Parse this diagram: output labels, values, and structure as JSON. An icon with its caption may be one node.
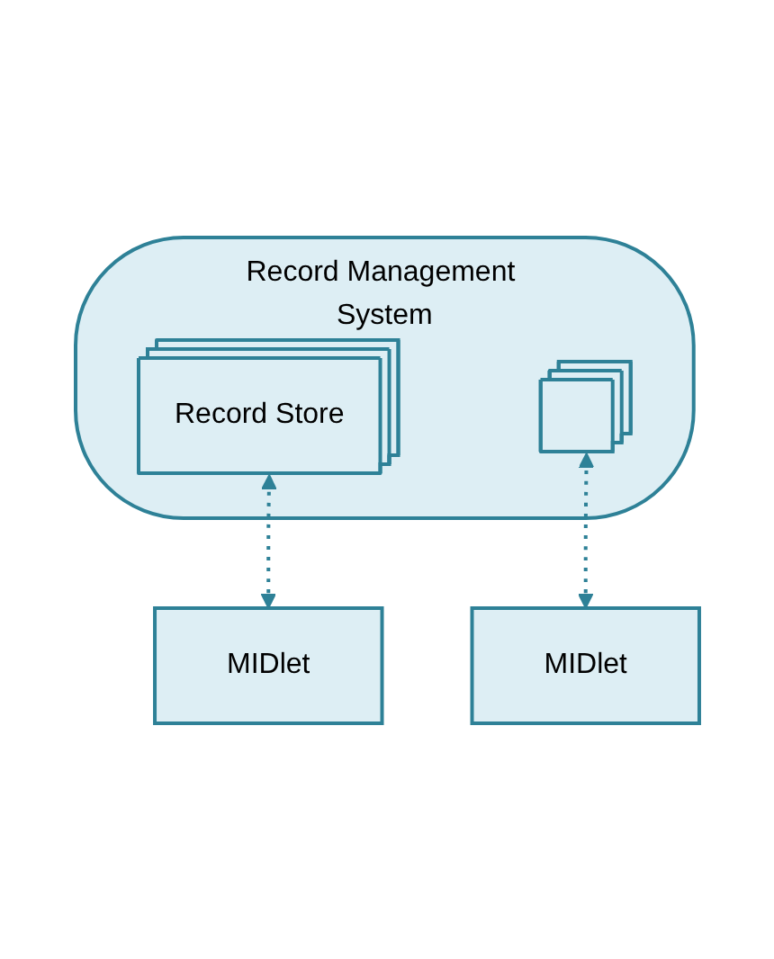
{
  "diagram": {
    "nodes": [
      {
        "text": [
          "Record Management System"
        ]
      },
      {
        "text": [
          "Record Store"
        ],
        "in": 0
      },
      {
        "text": [],
        "shape": "box",
        "in": 0
      },
      {
        "text": [
          "MIDlet"
        ]
      },
      {
        "text": [
          "MIDlet"
        ]
      }
    ],
    "edges": [
      {
        "from": 1,
        "to": 3,
        "arrow": "both",
        "style": "dashed"
      },
      {
        "from": 2,
        "to": 4,
        "arrow": "both",
        "style": "dashed"
      }
    ]
  }
}
